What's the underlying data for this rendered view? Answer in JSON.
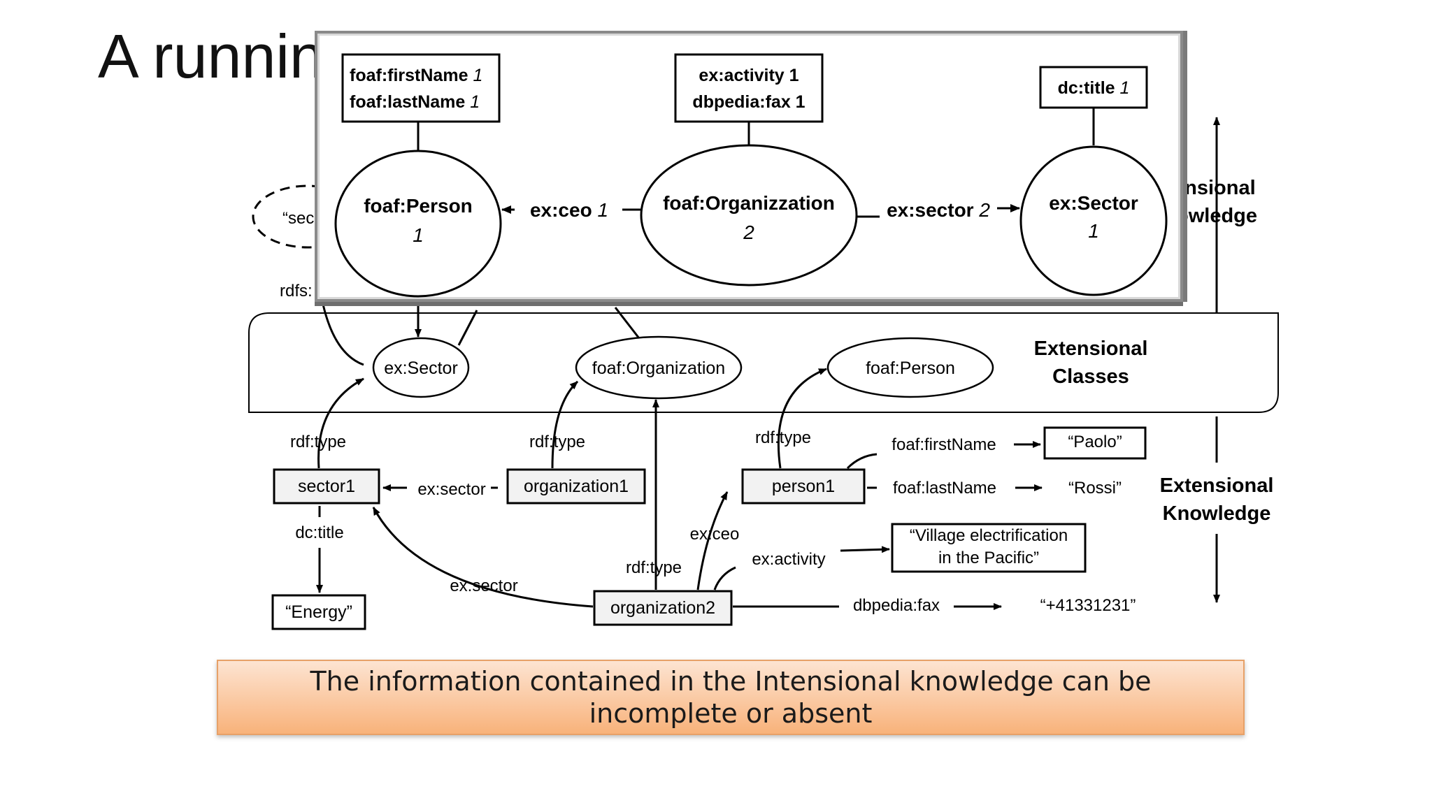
{
  "slide": {
    "title": "A runnin",
    "callout": "The information contained in the Intensional knowledge can be incomplete or absent"
  },
  "intensional_diagram": {
    "nodes": {
      "person": {
        "label": "foaf:Person",
        "count": "1"
      },
      "organization": {
        "label": "foaf:Organizzation",
        "count": "2"
      },
      "sector": {
        "label": "ex:Sector",
        "count": "1"
      }
    },
    "attributes": {
      "person_first": "foaf:firstName",
      "person_first_n": "1",
      "person_last": "foaf:lastName",
      "person_last_n": "1",
      "org_activity": "ex:activity 1",
      "org_fax": "dbpedia:fax 1",
      "sector_title": "dc:title",
      "sector_title_n": "1"
    },
    "edges": {
      "ceo": "ex:ceo",
      "ceo_n": "1",
      "sector": "ex:sector",
      "sector_n": "2"
    }
  },
  "background_diagram": {
    "partial_labels": {
      "sec_literal": "“sec",
      "rdfs_prefix": "rdfs:",
      "rdf_type_cut1": "rdf:type",
      "rdf_type_cut2": "rdf:type",
      "intensional_cut": "ensional",
      "knowledge_cut": "owledge"
    },
    "extensional_classes": {
      "heading_line1": "Extensional",
      "heading_line2": "Classes",
      "sector": "ex:Sector",
      "organization": "foaf:Organization",
      "person": "foaf:Person"
    },
    "instances": {
      "sector1": "sector1",
      "organization1": "organization1",
      "organization2": "organization2",
      "person1": "person1"
    },
    "literals": {
      "energy": "“Energy”",
      "paolo": "“Paolo”",
      "rossi": "“Rossi”",
      "village_line1": "“Village electrification",
      "village_line2": "in the Pacific”",
      "fax": "“+41331231”"
    },
    "edge_labels": {
      "rdf_type_sector1": "rdf:type",
      "rdf_type_org1": "rdf:type",
      "rdf_type_person1": "rdf:type",
      "rdf_type_org2": "rdf:type",
      "ex_sector_org1": "ex:sector",
      "ex_sector_org2": "ex:sector",
      "dc_title": "dc:title",
      "ex_ceo": "ex:ceo",
      "ex_activity": "ex:activity",
      "dbpedia_fax": "dbpedia:fax",
      "foaf_firstname": "foaf:firstName",
      "foaf_lastname": "foaf:lastName"
    },
    "extensional_knowledge": {
      "line1": "Extensional",
      "line2": "Knowledge"
    }
  }
}
